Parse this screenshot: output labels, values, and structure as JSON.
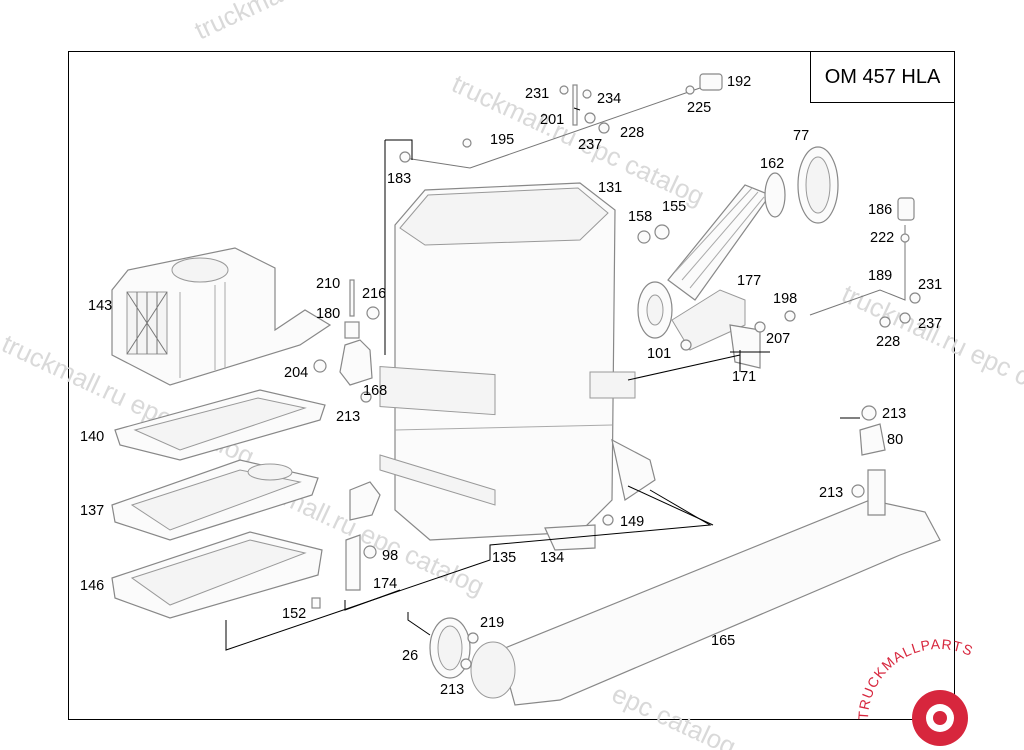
{
  "engine_code": "OM 457 HLA",
  "watermarks": [
    "truckmall.ru epc catalog",
    "truckmall.ru epc catalog",
    "truckmall.ru epc catalog",
    "truckmall.ru epc catalog",
    "truckmall.ru epc catalog",
    "epc catalog"
  ],
  "logo": {
    "text": "TRUCKMALLPARTS",
    "color": "#d7263d"
  },
  "labels": {
    "l231a": "231",
    "l234": "234",
    "l192": "192",
    "l201": "201",
    "l225": "225",
    "l195": "195",
    "l228a": "228",
    "l237a": "237",
    "l77": "77",
    "l183": "183",
    "l162": "162",
    "l131": "131",
    "l158": "158",
    "l155": "155",
    "l186": "186",
    "l222": "222",
    "l189": "189",
    "l177": "177",
    "l231b": "231",
    "l210": "210",
    "l216": "216",
    "l143": "143",
    "l180": "180",
    "l198": "198",
    "l237b": "237",
    "l207": "207",
    "l228b": "228",
    "l101": "101",
    "l204": "204",
    "l168": "168",
    "l171": "171",
    "l213a": "213",
    "l140": "140",
    "l213b": "213",
    "l80": "80",
    "l213c": "213",
    "l137": "137",
    "l149": "149",
    "l98": "98",
    "l135": "135",
    "l134": "134",
    "l146": "146",
    "l174": "174",
    "l152": "152",
    "l219": "219",
    "l165": "165",
    "l26": "26",
    "l213d": "213"
  }
}
